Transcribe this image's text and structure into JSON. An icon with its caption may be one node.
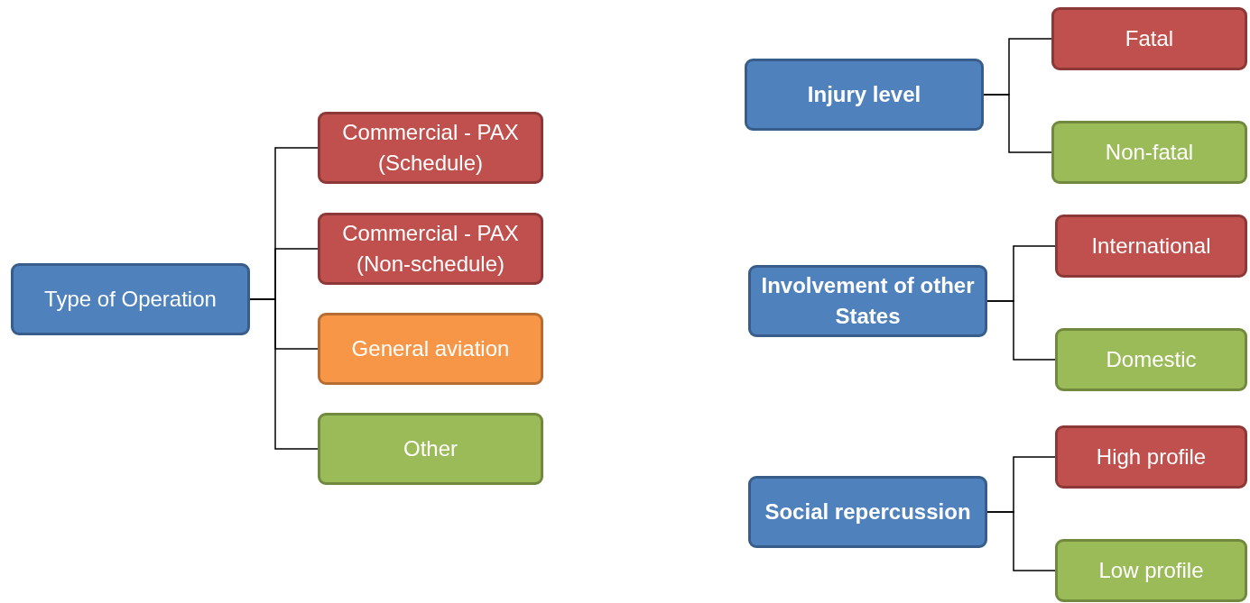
{
  "diagram": {
    "nodes": [
      {
        "text": [
          "Type of Operation"
        ]
      },
      {
        "text": [
          "Commercial - PAX (Schedule)"
        ]
      },
      {
        "text": [
          "Commercial - PAX (Non-schedule)"
        ]
      },
      {
        "text": [
          "General aviation"
        ]
      },
      {
        "text": [
          "Other"
        ]
      },
      {
        "text": [
          "Injury level"
        ]
      },
      {
        "text": [
          "Fatal"
        ]
      },
      {
        "text": [
          "Non-fatal"
        ]
      },
      {
        "text": [
          "Involvement of other States"
        ]
      },
      {
        "text": [
          "International"
        ]
      },
      {
        "text": [
          "Domestic"
        ]
      },
      {
        "text": [
          "Social repercussion"
        ]
      },
      {
        "text": [
          "High profile"
        ]
      },
      {
        "text": [
          "Low profile"
        ]
      }
    ],
    "edges": [
      {
        "from": 0,
        "to": 1,
        "arrow": "none"
      },
      {
        "from": 0,
        "to": 2,
        "arrow": "none"
      },
      {
        "from": 0,
        "to": 3,
        "arrow": "none"
      },
      {
        "from": 0,
        "to": 4,
        "arrow": "none"
      },
      {
        "from": 5,
        "to": 6,
        "arrow": "none"
      },
      {
        "from": 5,
        "to": 7,
        "arrow": "none"
      },
      {
        "from": 8,
        "to": 9,
        "arrow": "none"
      },
      {
        "from": 8,
        "to": 10,
        "arrow": "none"
      },
      {
        "from": 11,
        "to": 12,
        "arrow": "none"
      },
      {
        "from": 11,
        "to": 13,
        "arrow": "none"
      }
    ]
  }
}
